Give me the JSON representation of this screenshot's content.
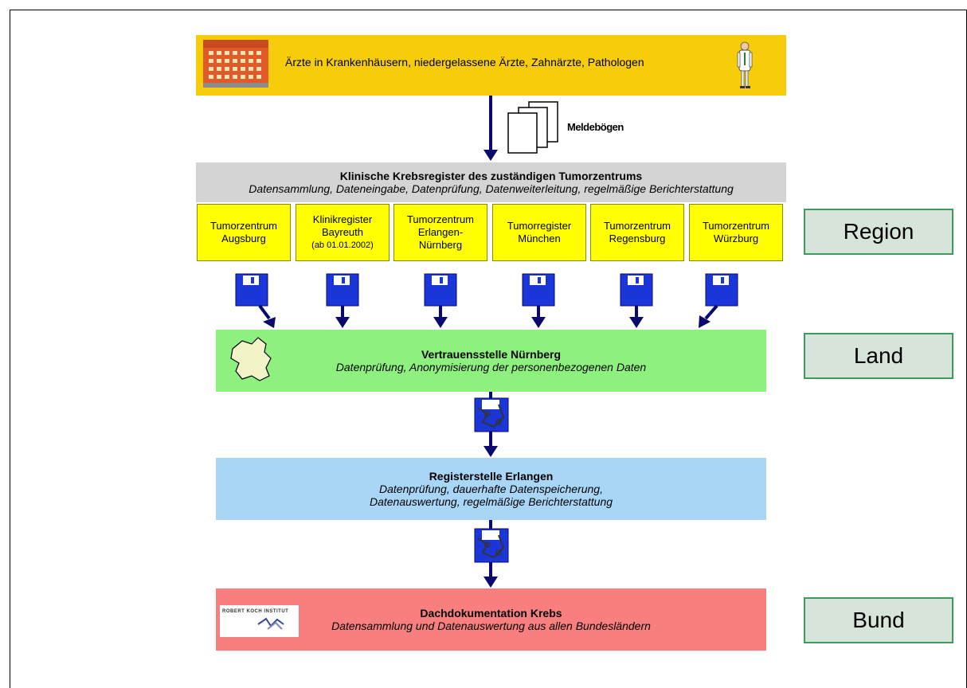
{
  "top": {
    "text": "Ärzte in Krankenhäusern, niedergelassene Ärzte, Zahnärzte, Pathologen"
  },
  "forms_label": "Meldebögen",
  "clinical": {
    "title": "Klinische Krebsregister des zuständigen Tumorzentrums",
    "subtitle": "Datensammlung, Dateneingabe, Datenprüfung, Datenweiterleitung, regelmäßige Berichterstattung"
  },
  "centers": [
    {
      "line1": "Tumorzentrum",
      "line2": "Augsburg",
      "line3": ""
    },
    {
      "line1": "Klinikregister",
      "line2": "Bayreuth",
      "line3": "(ab 01.01.2002)"
    },
    {
      "line1": "Tumorzentrum",
      "line2": "Erlangen-",
      "line3": "Nürnberg"
    },
    {
      "line1": "Tumorregister",
      "line2": "München",
      "line3": ""
    },
    {
      "line1": "Tumorzentrum",
      "line2": "Regensburg",
      "line3": ""
    },
    {
      "line1": "Tumorzentrum",
      "line2": "Würzburg",
      "line3": ""
    }
  ],
  "trust": {
    "title": "Vertrauensstelle Nürnberg",
    "subtitle": "Datenprüfung, Anonymisierung der personenbezogenen Daten"
  },
  "registry": {
    "title": "Registerstelle Erlangen",
    "line1": "Datenprüfung, dauerhafte Datenspeicherung,",
    "line2": "Datenauswertung, regelmäßige Berichterstattung"
  },
  "federal": {
    "title": "Dachdokumentation Krebs",
    "subtitle": "Datensammlung und Datenauswertung aus allen Bundesländern",
    "logo_text": "ROBERT KOCH INSTITUT"
  },
  "levels": {
    "region": "Region",
    "land": "Land",
    "bund": "Bund"
  },
  "colors": {
    "top_band": "#f7cc0a",
    "clinical_band": "#d4d4d4",
    "center_boxes": "#ffff00",
    "trust_band": "#8ef07e",
    "registry_band": "#a9d6f7",
    "federal_band": "#f77f7f",
    "level_box_fill": "#d7e4d9",
    "level_box_border": "#3c9a5c",
    "arrow": "#0a0a6e",
    "disk": "#1a35d8"
  }
}
